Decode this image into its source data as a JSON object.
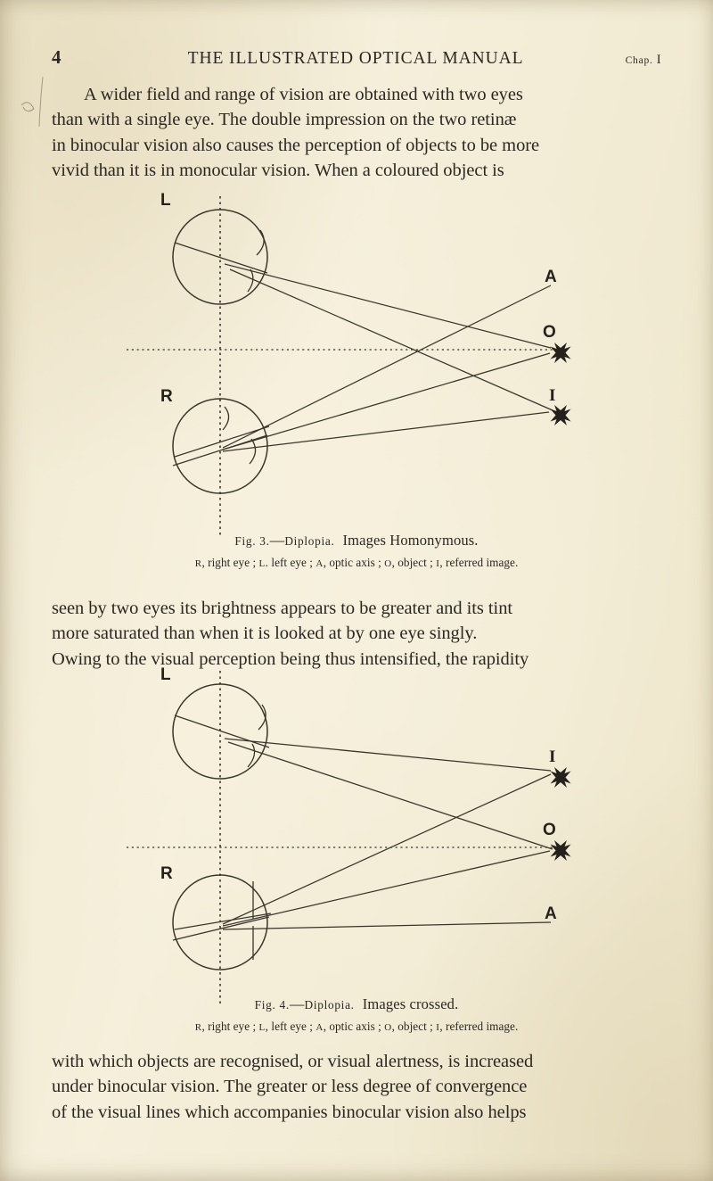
{
  "page": {
    "background_color": "#f3ecd6",
    "ink_color": "#2b2722",
    "folio": "4",
    "running_title": "THE ILLUSTRATED OPTICAL MANUAL",
    "chapter_prefix": "Chap.",
    "chapter_number": "I"
  },
  "paragraphs": {
    "p1": [
      "A wider field and range of vision are obtained with two eyes",
      "than with a single eye.  The double impression on the two retinæ",
      "in binocular vision also causes the perception of objects to be more",
      "vivid than it is in monocular vision.  When a coloured object is"
    ],
    "p2": [
      "seen by two eyes its brightness appears to be greater and its tint",
      "more saturated than when it is looked at by one eye singly.",
      "Owing to the visual perception being thus intensified, the rapidity"
    ],
    "p3": [
      "with which objects are recognised, or visual alertness, is increased",
      "under binocular vision.  The greater or less degree of convergence",
      "of the visual lines which accompanies binocular vision also helps"
    ]
  },
  "figures": [
    {
      "id": "fig3",
      "caption_label": "Fig. 3.",
      "caption_dash": "—",
      "caption_subject": "Diplopia.",
      "caption_title": "Images Homonymous.",
      "legend": "R, right eye ; L. left eye ; A, optic axis ; O, object ; I, referred image.",
      "legend_parts": [
        {
          "key": "R",
          "text": ", right eye ;"
        },
        {
          "key": "L",
          "text": ". left eye ;"
        },
        {
          "key": "A",
          "text": ", optic axis ;"
        },
        {
          "key": "O",
          "text": ", object ;"
        },
        {
          "key": "I",
          "text": ", referred image."
        }
      ],
      "labels": {
        "left_eye": "L",
        "right_eye": "R",
        "axis": "A",
        "object": "O",
        "image": "I"
      },
      "marker_order_top_to_bottom": [
        "A",
        "O",
        "I"
      ]
    },
    {
      "id": "fig4",
      "caption_label": "Fig. 4.",
      "caption_dash": "—",
      "caption_subject": "Diplopia.",
      "caption_title": "Images crossed.",
      "legend": "R, right eye ; L, left eye ; A, optic axis ; O, object ; I, referred image.",
      "legend_parts": [
        {
          "key": "R",
          "text": ", right eye ;"
        },
        {
          "key": "L",
          "text": ", left eye ;"
        },
        {
          "key": "A",
          "text": ", optic axis ;"
        },
        {
          "key": "O",
          "text": ", object ;"
        },
        {
          "key": "I",
          "text": ", referred image."
        }
      ],
      "labels": {
        "left_eye": "L",
        "right_eye": "R",
        "axis": "A",
        "object": "O",
        "image": "I"
      },
      "marker_order_top_to_bottom": [
        "I",
        "O",
        "A"
      ]
    }
  ]
}
